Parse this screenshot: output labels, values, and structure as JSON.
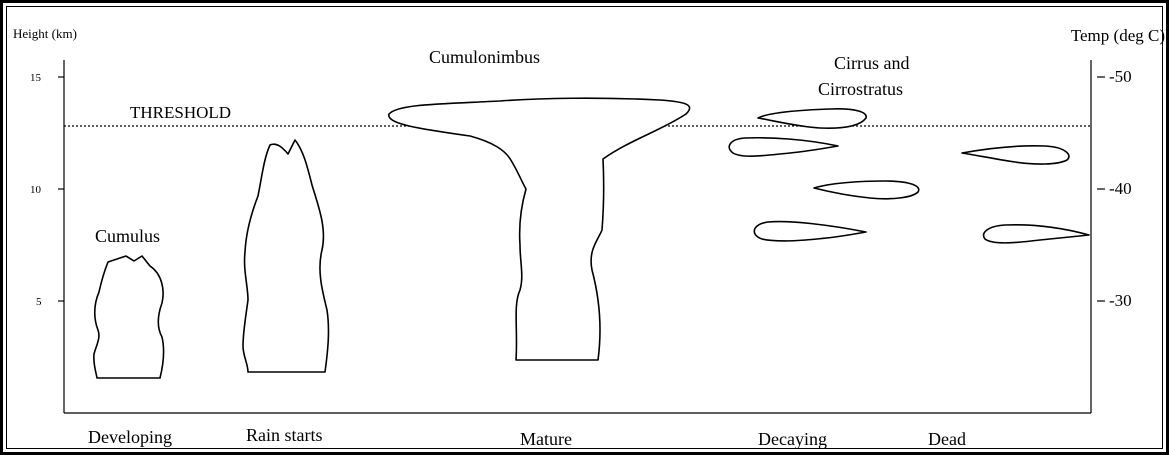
{
  "left_axis": {
    "label": "Height (km)",
    "ticks": [
      {
        "value": 15,
        "label": "15"
      },
      {
        "value": 10,
        "label": "10"
      },
      {
        "value": 5,
        "label": "5"
      }
    ]
  },
  "right_axis": {
    "label": "Temp (deg C)",
    "ticks": [
      {
        "value": -50,
        "label": "-50"
      },
      {
        "value": -40,
        "label": "-40"
      },
      {
        "value": -30,
        "label": "-30"
      }
    ]
  },
  "threshold_label": "THRESHOLD",
  "cloud_labels": {
    "cumulus": "Cumulus",
    "cumulonimbus": "Cumulonimbus",
    "cirrus_line1": "Cirrus and",
    "cirrus_line2": "Cirrostratus"
  },
  "stages": [
    "Developing",
    "Rain starts",
    "Mature",
    "Decaying",
    "Dead"
  ],
  "colors": {
    "ink": "#000000",
    "background": "#ffffff"
  }
}
